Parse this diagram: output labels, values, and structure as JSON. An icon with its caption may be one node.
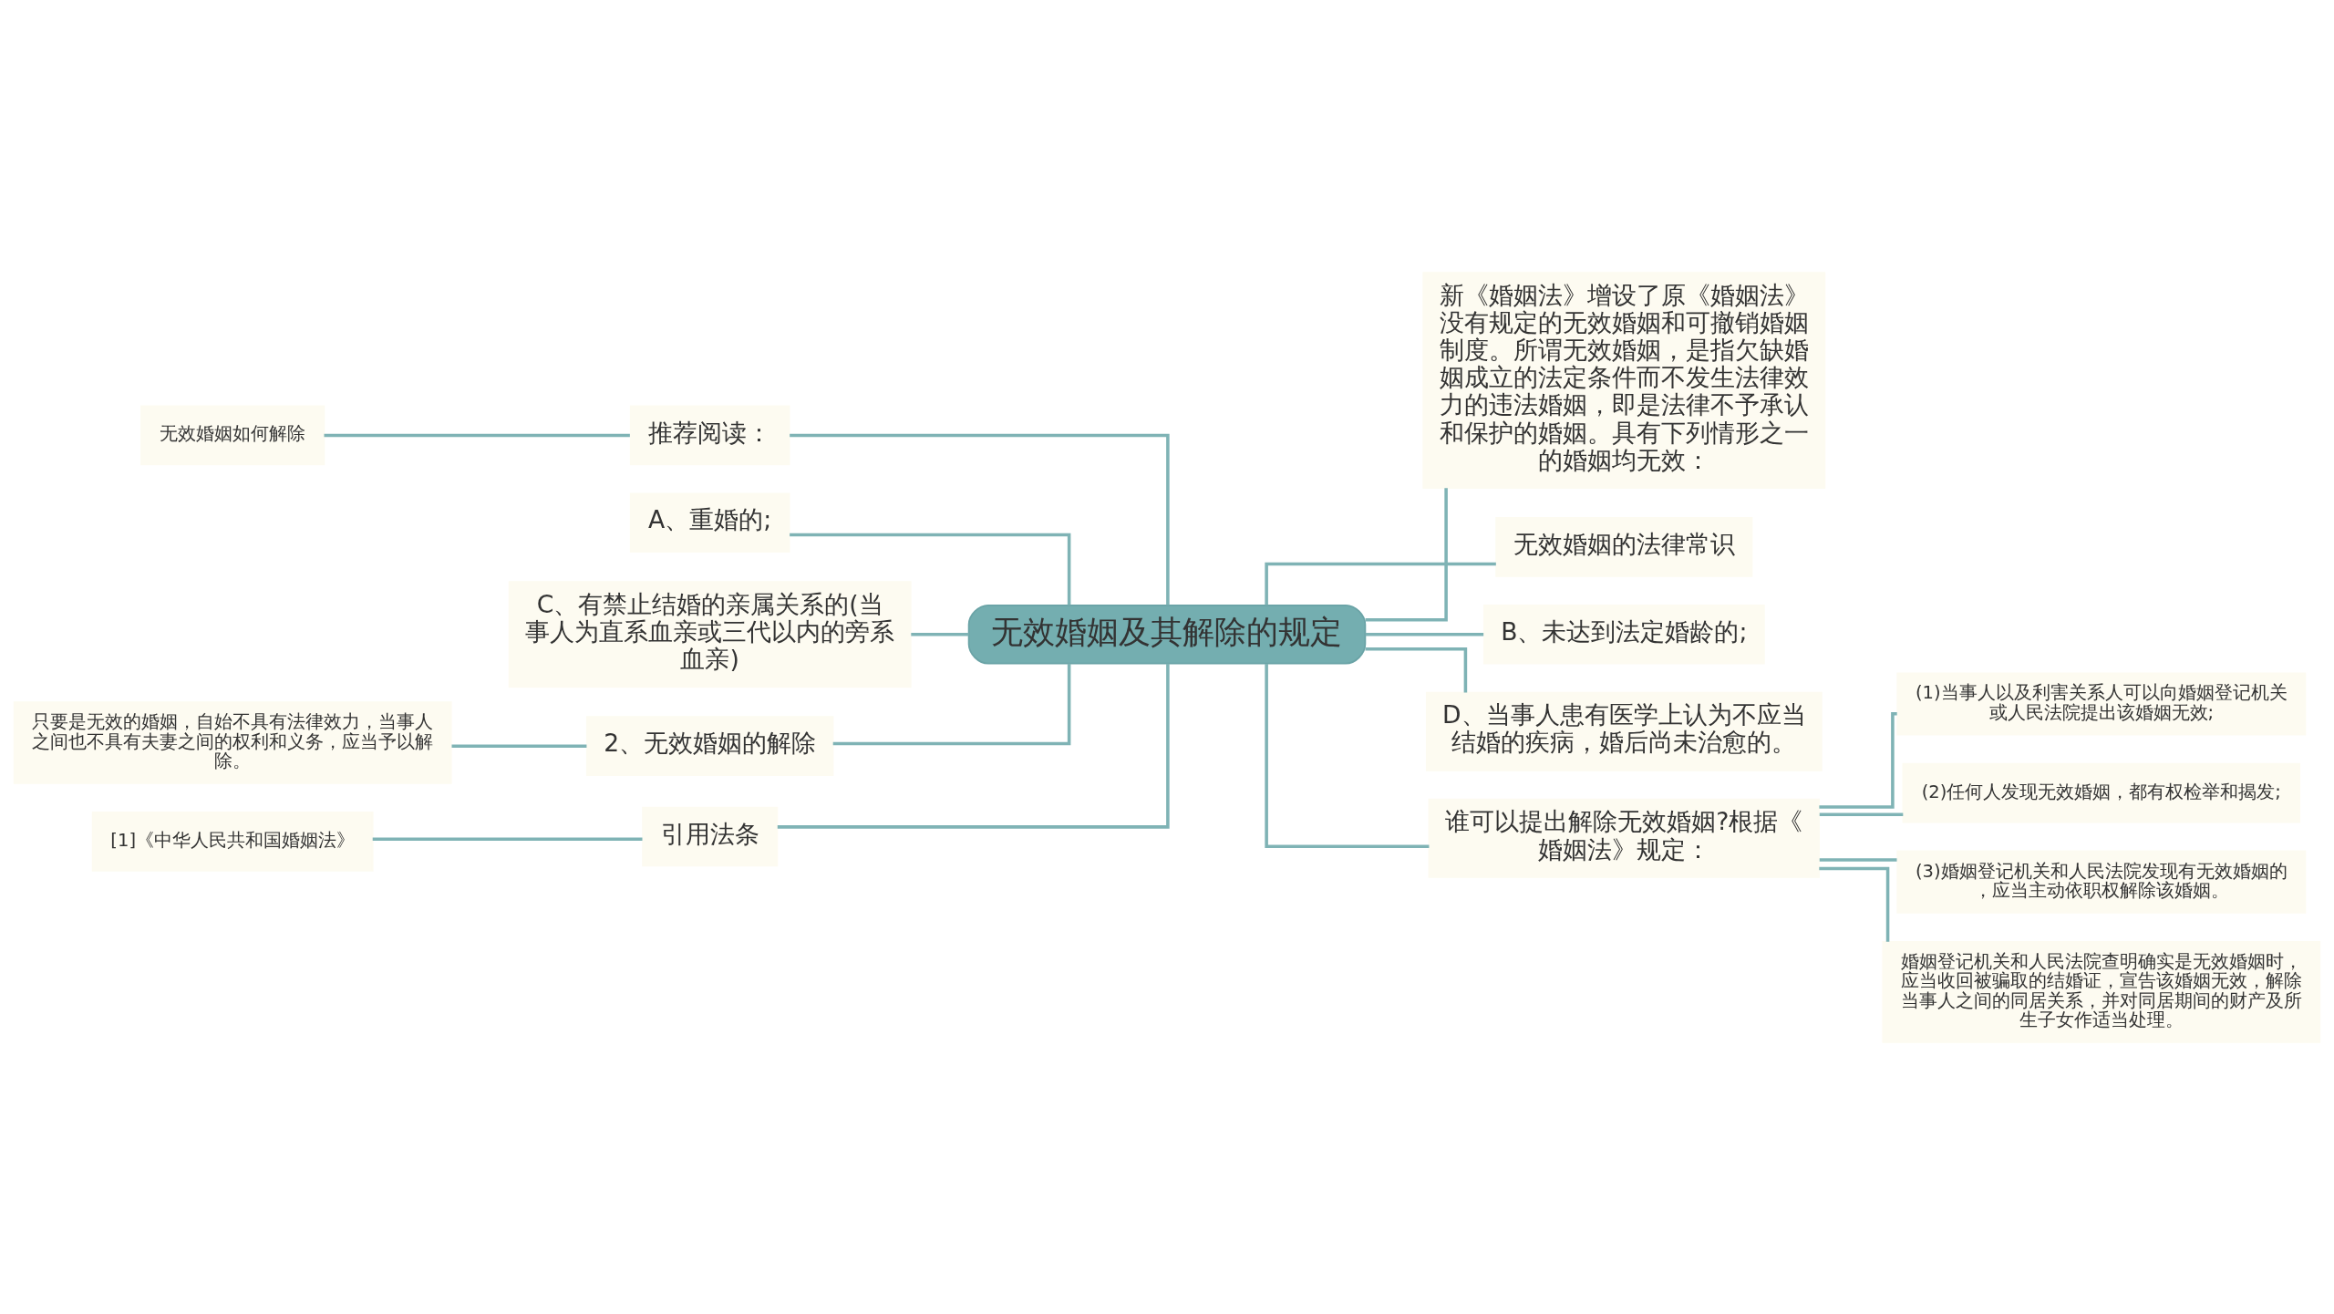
{
  "diagram": {
    "nodes": [
      {
        "text": [
          "无效婚姻及其解除的规定"
        ]
      },
      {
        "text": [
          "推荐阅读："
        ]
      },
      {
        "text": [
          "无效婚姻如何解除"
        ]
      },
      {
        "text": [
          "A、重婚的;"
        ]
      },
      {
        "text": [
          "C、有禁止结婚的亲属关系的(当事人为直系血亲或三代以内的旁系血亲)"
        ]
      },
      {
        "text": [
          "2、无效婚姻的解除"
        ]
      },
      {
        "text": [
          "只要是无效的婚姻，自始不具有法律效力，当事人之间也不具有夫妻之间的权利和义务，应当予以解除。"
        ]
      },
      {
        "text": [
          "引用法条"
        ]
      },
      {
        "text": [
          "[1]《中华人民共和国婚姻法》"
        ]
      },
      {
        "text": [
          "新《婚姻法》增设了原《婚姻法》没有规定的无效婚姻和可撤销婚姻制度。所谓无效婚姻，是指欠缺婚姻成立的法定条件而不发生法律效力的违法婚姻，即是法律不予承认和保护的婚姻。具有下列情形之一的婚姻均无效："
        ]
      },
      {
        "text": [
          "无效婚姻的法律常识"
        ]
      },
      {
        "text": [
          "B、未达到法定婚龄的;"
        ]
      },
      {
        "text": [
          "D、当事人患有医学上认为不应当结婚的疾病，婚后尚未治愈的。"
        ]
      },
      {
        "text": [
          "谁可以提出解除无效婚姻?根据《婚姻法》规定："
        ]
      },
      {
        "text": [
          "(1)当事人以及利害关系人可以向婚姻登记机关或人民法院提出该婚姻无效;"
        ]
      },
      {
        "text": [
          "(2)任何人发现无效婚姻，都有权检举和揭发;"
        ]
      },
      {
        "text": [
          "(3)婚姻登记机关和人民法院发现有无效婚姻的，应当主动依职权解除该婚姻。"
        ]
      },
      {
        "text": [
          "婚姻登记机关和人民法院查明确实是无效婚姻时，应当收回被骗取的结婚证，宣告该婚姻无效，解除当事人之间的同居关系，并对同居期间的财产及所生子女作适当处理。"
        ]
      }
    ],
    "edges": [
      {
        "from": 0,
        "to": 1,
        "arrow": "none"
      },
      {
        "from": 1,
        "to": 2,
        "arrow": "none"
      },
      {
        "from": 0,
        "to": 3,
        "arrow": "none"
      },
      {
        "from": 0,
        "to": 4,
        "arrow": "none"
      },
      {
        "from": 0,
        "to": 5,
        "arrow": "none"
      },
      {
        "from": 5,
        "to": 6,
        "arrow": "none"
      },
      {
        "from": 0,
        "to": 7,
        "arrow": "none"
      },
      {
        "from": 7,
        "to": 8,
        "arrow": "none"
      },
      {
        "from": 0,
        "to": 9,
        "arrow": "none"
      },
      {
        "from": 0,
        "to": 10,
        "arrow": "none"
      },
      {
        "from": 0,
        "to": 11,
        "arrow": "none"
      },
      {
        "from": 0,
        "to": 12,
        "arrow": "none"
      },
      {
        "from": 0,
        "to": 13,
        "arrow": "none"
      },
      {
        "from": 13,
        "to": 14,
        "arrow": "none"
      },
      {
        "from": 13,
        "to": 15,
        "arrow": "none"
      },
      {
        "from": 13,
        "to": 16,
        "arrow": "none"
      },
      {
        "from": 13,
        "to": 17,
        "arrow": "none"
      }
    ]
  }
}
